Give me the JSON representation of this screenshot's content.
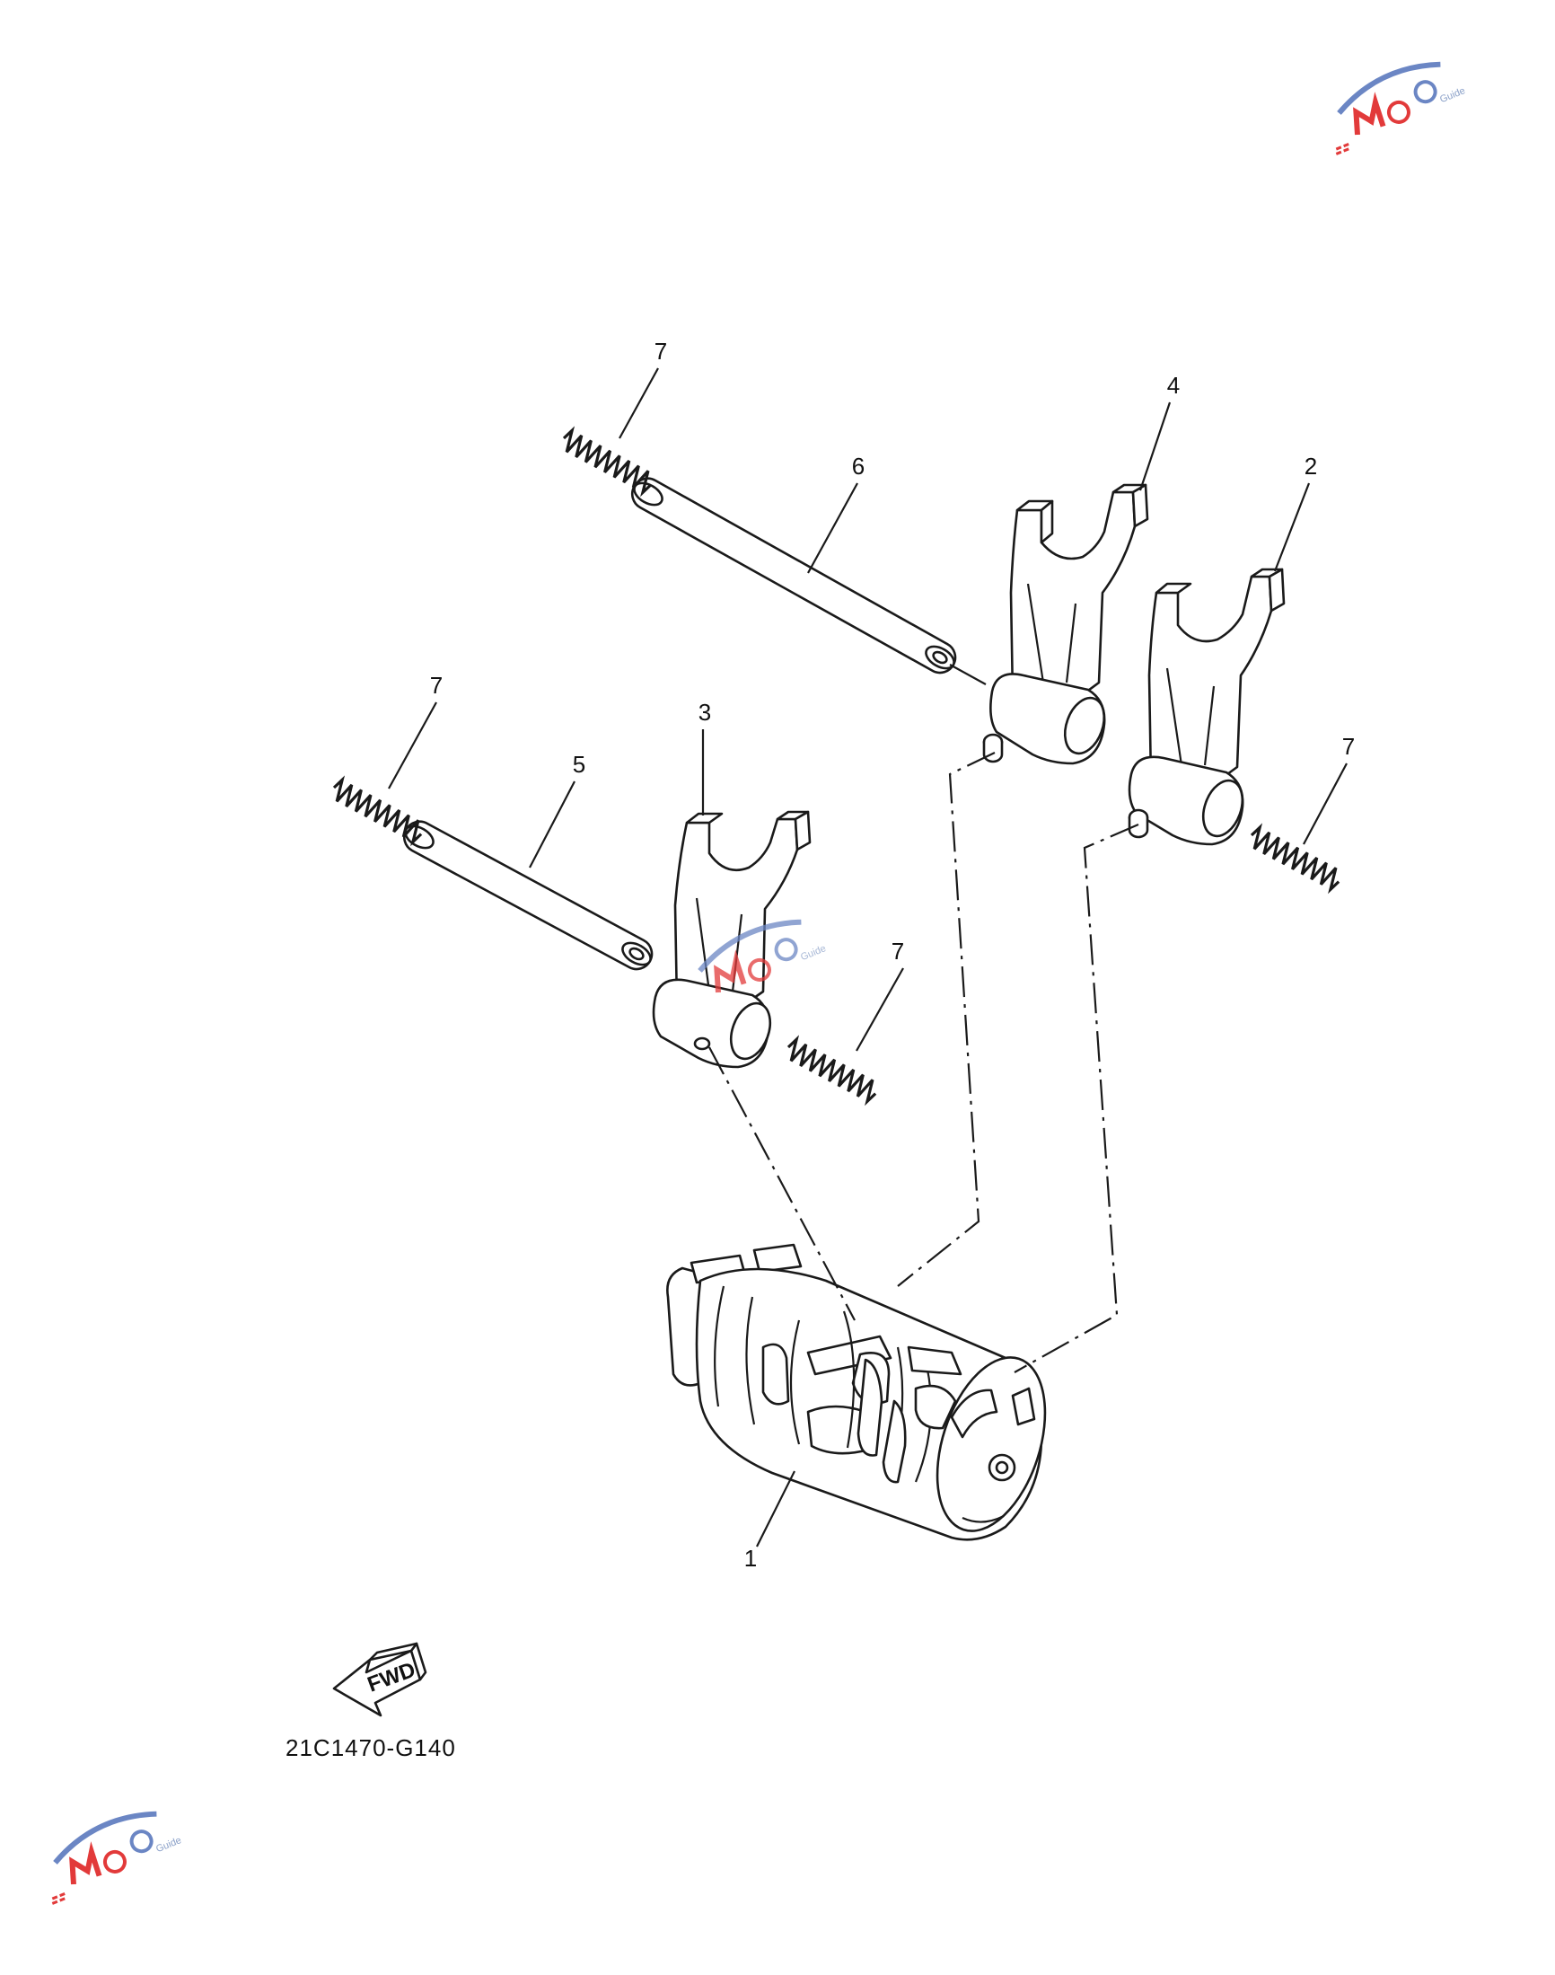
{
  "diagram": {
    "part_number_callouts": [
      "1",
      "2",
      "3",
      "4",
      "5",
      "6",
      "7"
    ],
    "callouts": {
      "p1": "1",
      "p2": "2",
      "p3": "3",
      "p4": "4",
      "p5": "5",
      "p6": "6",
      "p7a": "7",
      "p7b": "7",
      "p7c": "7",
      "p7d": "7"
    },
    "fwd_label": "FWD",
    "drawing_code": "21C1470-G140"
  },
  "watermark": {
    "brand_text": "MOTO",
    "sub_text": "Guide",
    "colors": {
      "primary": "#e23a3a",
      "secondary": "#6b86c4"
    }
  }
}
